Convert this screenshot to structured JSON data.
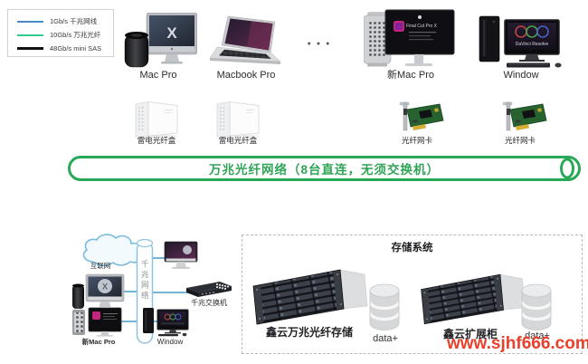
{
  "legend": {
    "items": [
      {
        "label": "1Gb/s 千兆网线",
        "color": "#4a89c7"
      },
      {
        "label": "10Gb/s 万兆光纤",
        "color": "#2ecb8e"
      },
      {
        "label": "48Gb/s mini SAS",
        "color": "#111111"
      }
    ]
  },
  "workstations": {
    "ellipsis": "●●●",
    "items": [
      {
        "label": "Mac Pro"
      },
      {
        "label": "Macbook Pro"
      },
      {
        "label": "新Mac Pro",
        "screen_text": "Final Cut Pro X"
      },
      {
        "label": "Window",
        "screen_text": "DaVinci Resolve"
      }
    ]
  },
  "adapters": {
    "items": [
      {
        "label": "雷电光纤盒"
      },
      {
        "label": "雷电光纤盒"
      },
      {
        "label": "光纤网卡"
      },
      {
        "label": "光纤网卡"
      }
    ]
  },
  "banner": {
    "text": "万兆光纤网络（8台直连，无须交换机）",
    "color": "#27a857"
  },
  "lan": {
    "cloud_label": "互联网",
    "pipe_label": "千兆网络",
    "switch_label": "千兆交换机",
    "new_mac_label": "新Mac Pro",
    "window_label": "Window"
  },
  "storage": {
    "title": "存储系统",
    "units": [
      {
        "label": "鑫云万兆光纤存储",
        "data_label": "data+"
      },
      {
        "label": "鑫云扩展柜",
        "data_label": "data+"
      }
    ]
  },
  "watermark": {
    "text": "www.sjhf666.com",
    "color": "#e8402a"
  }
}
